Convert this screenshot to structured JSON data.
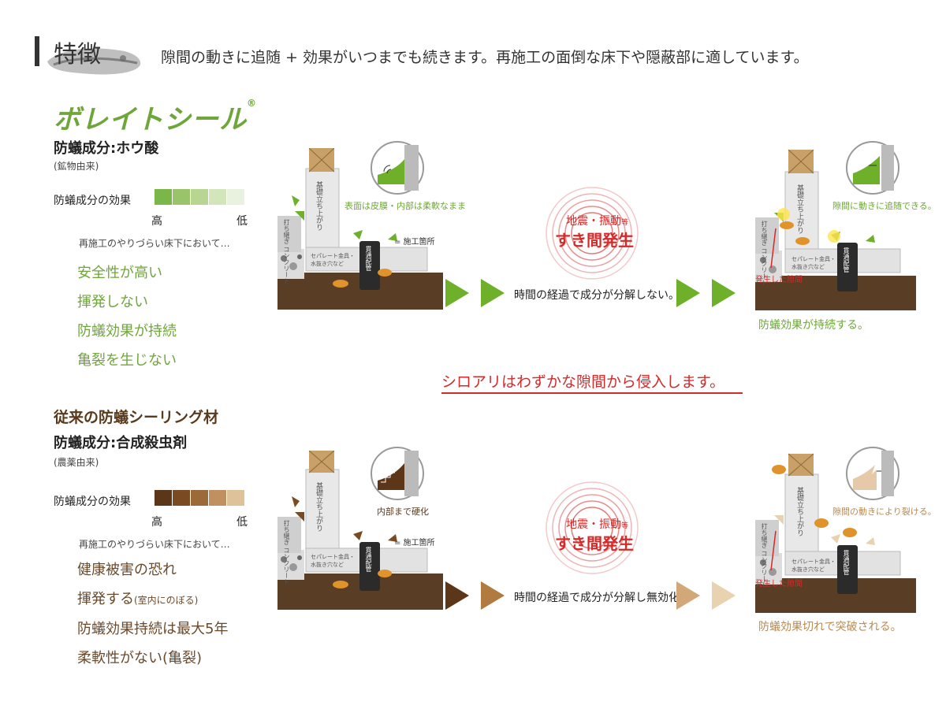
{
  "header": {
    "title": "特徴",
    "tagline": "隙間の動きに追随 + 効果がいつまでも続きます。再施工の面倒な床下や隠蔽部に適しています。"
  },
  "product": {
    "name": "ボレイトシール",
    "trademark": "®",
    "ingredient": "防蟻成分:ホウ酸",
    "origin": "(鉱物由来)",
    "effect_label": "防蟻成分の効果",
    "scale_high": "高",
    "scale_low": "低",
    "scale_colors": [
      "#7ab648",
      "#9ac46a",
      "#b8d691",
      "#d3e6bb",
      "#e9f2de"
    ],
    "note": "再施工のやりづらい床下において…",
    "features": [
      "安全性が高い",
      "揮発しない",
      "防蟻効果が持続",
      "亀裂を生じない"
    ]
  },
  "conventional": {
    "name": "従来の防蟻シーリング材",
    "ingredient": "防蟻成分:合成殺虫剤",
    "origin": "(農薬由来)",
    "effect_label": "防蟻成分の効果",
    "scale_high": "高",
    "scale_low": "低",
    "scale_colors": [
      "#5c3618",
      "#7a4b22",
      "#9c6a38",
      "#c09060",
      "#ddc29a"
    ],
    "note": "再施工のやりづらい床下において…",
    "features": [
      {
        "main": "健康被害の恐れ",
        "sub": ""
      },
      {
        "main": "揮発する",
        "sub": "(室内にのぼる)"
      },
      {
        "main": "防蟻効果持続は最大5年",
        "sub": ""
      },
      {
        "main": "柔軟性がない(亀裂)",
        "sub": ""
      }
    ]
  },
  "diagram_labels": {
    "foundation": "基礎立ち上がり",
    "concrete": "打ち継ぎ コンクリート",
    "separator": "セパレート金具・水抜き穴など",
    "pipe": "貫通配管",
    "applied": "= 施工箇所",
    "gap": "発生した隙間"
  },
  "top_row": {
    "inset_caption": "表面は皮膜・内部は柔軟なまま",
    "quake_line1": "地震・振動",
    "quake_etc": "等",
    "quake_line2": "すき間発生",
    "middle_text": "時間の経過で成分が分解しない。",
    "result_caption": "隙間に動きに追随できる。",
    "outcome": "防蟻効果が持続する。",
    "chevron_colors": [
      "#6fb02a",
      "#6fb02a",
      "#6fb02a",
      "#6fb02a"
    ]
  },
  "center_message": "シロアリはわずかな隙間から侵入します。",
  "bottom_row": {
    "inset_caption": "内部まで硬化",
    "quake_line1": "地震・振動",
    "quake_etc": "等",
    "quake_line2": "すき間発生",
    "middle_text": "時間の経過で成分が分解し無効化。",
    "result_caption": "隙間の動きにより裂ける。",
    "outcome": "防蟻効果切れで突破される。",
    "chevron_colors": [
      "#5c3618",
      "#b07a40",
      "#d2a878",
      "#e8d2b0"
    ]
  },
  "colors": {
    "green": "#6fa63a",
    "brown": "#6b4a2b",
    "red": "#d42a2a",
    "tan_outcome": "#b88a50"
  }
}
